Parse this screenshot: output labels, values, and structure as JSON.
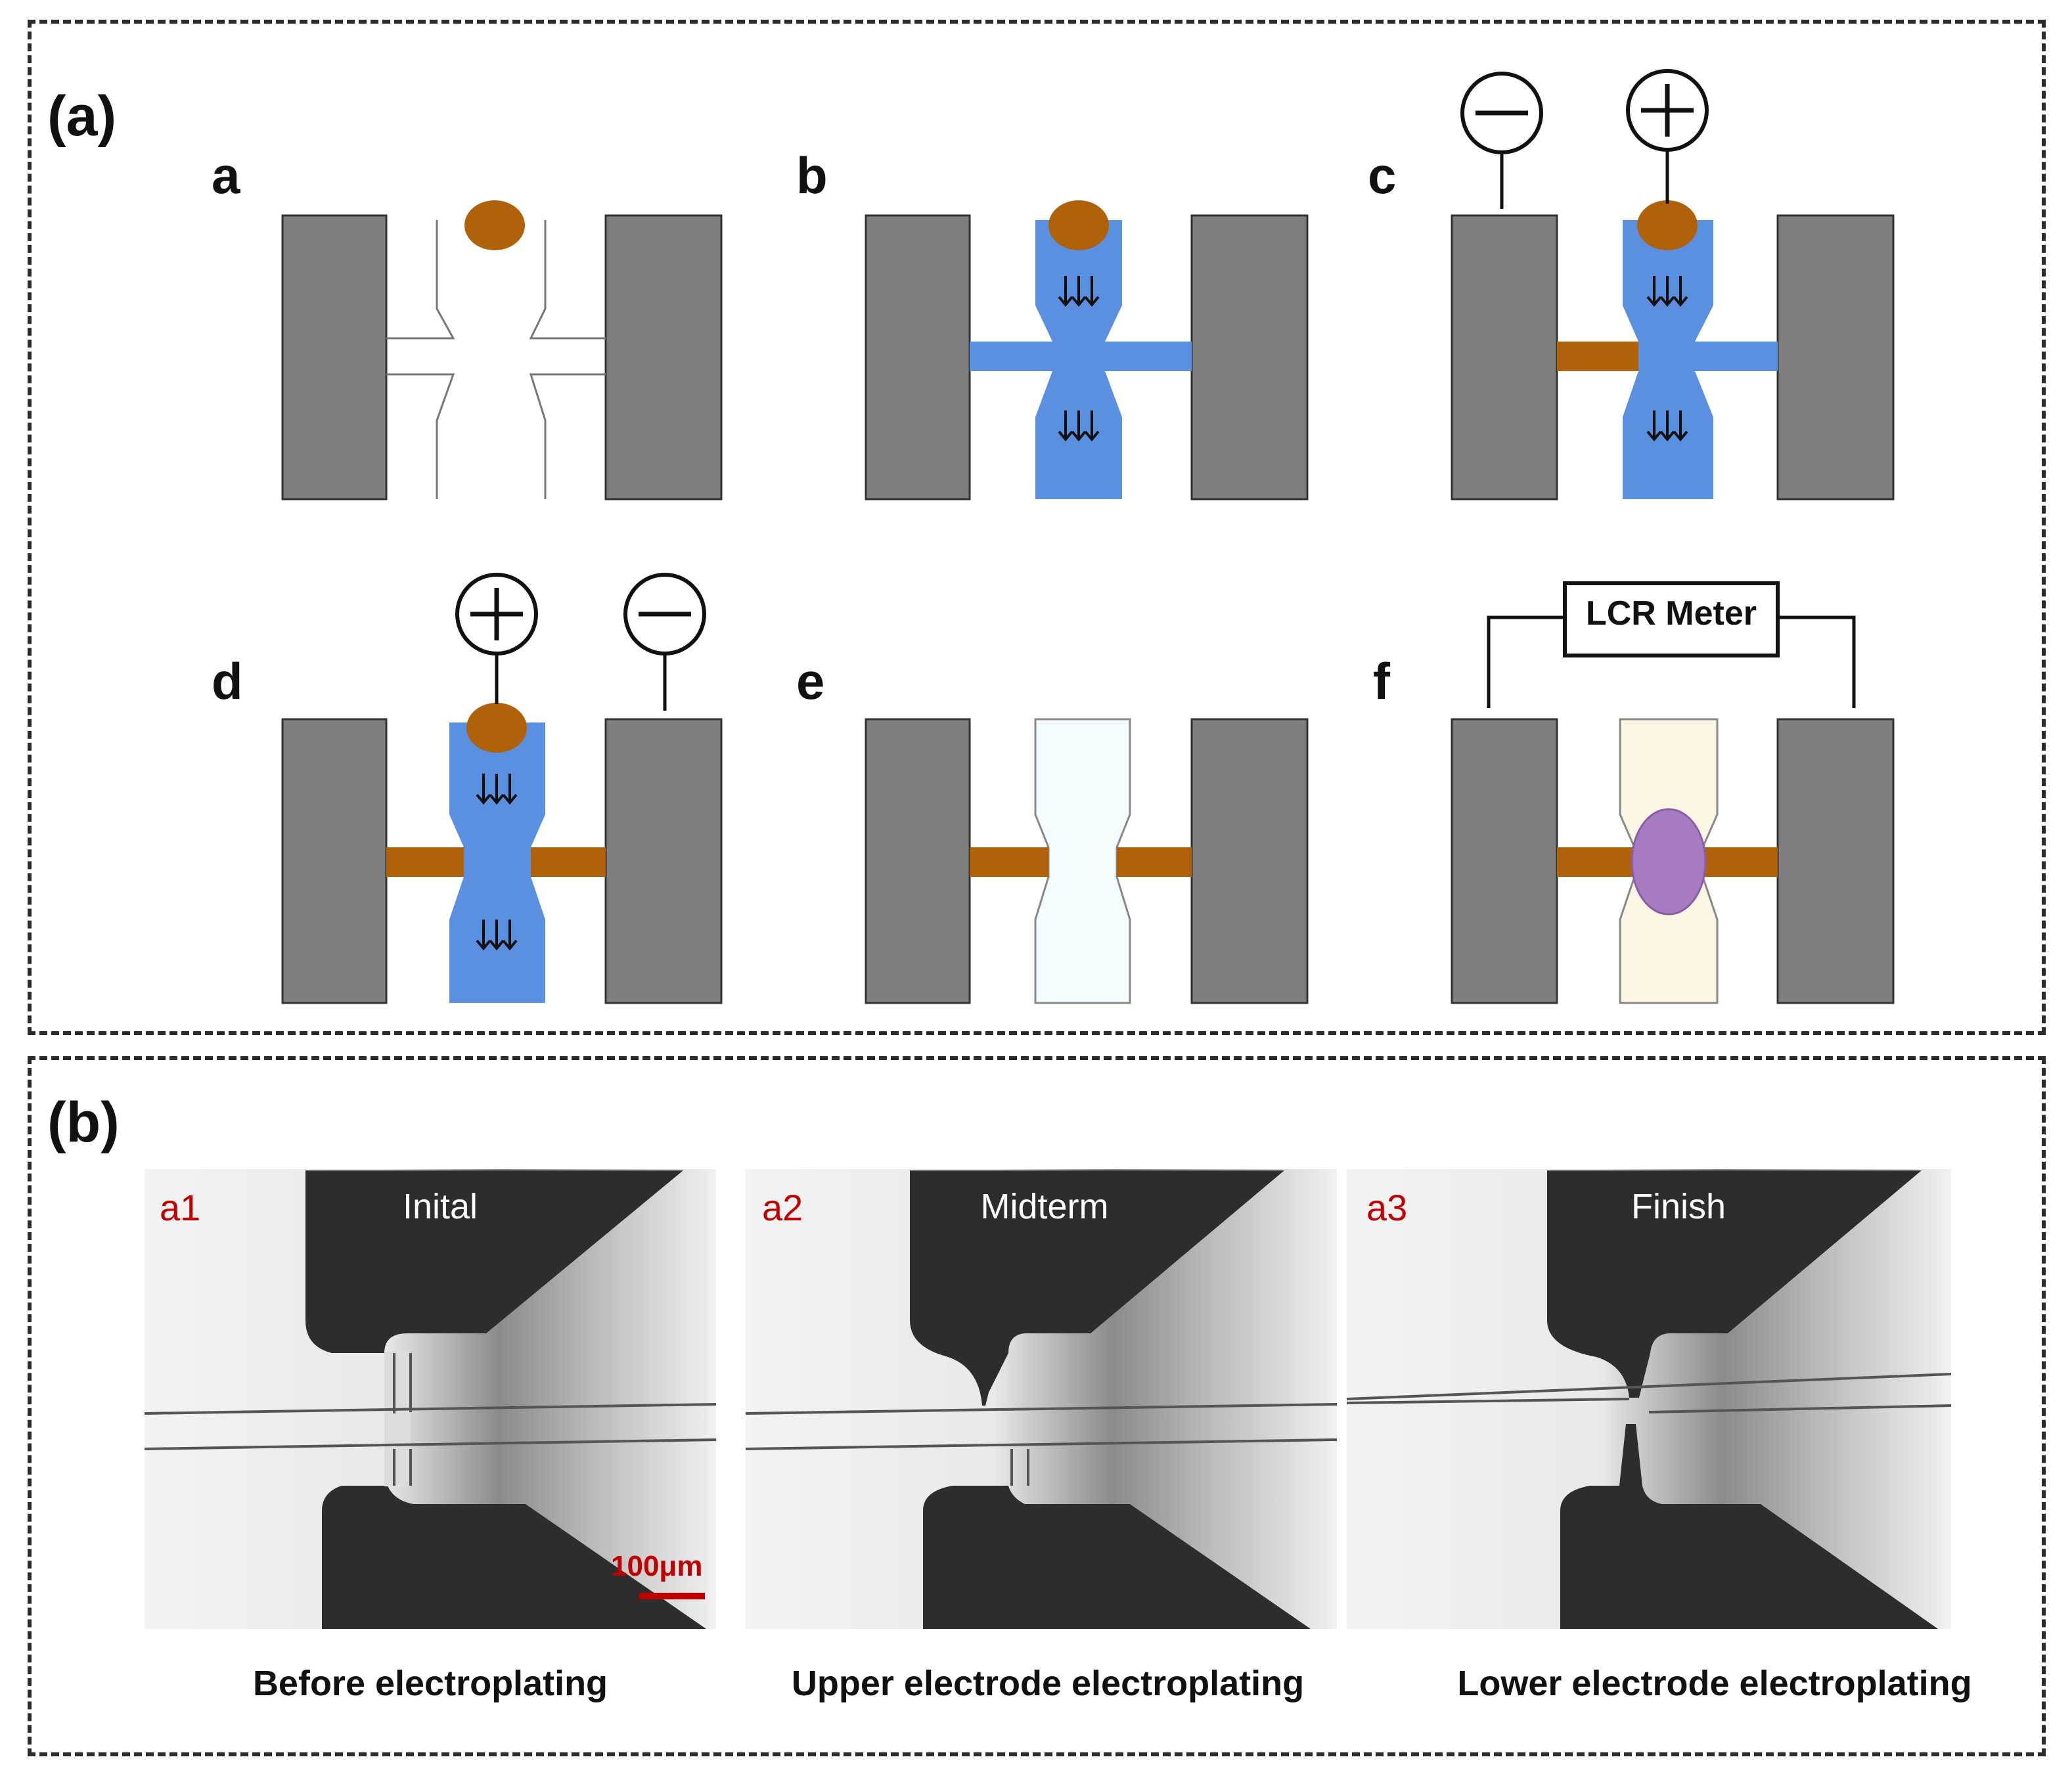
{
  "panel_a": {
    "label": "(a)",
    "steps": [
      {
        "letter": "a"
      },
      {
        "letter": "b"
      },
      {
        "letter": "c"
      },
      {
        "letter": "d"
      },
      {
        "letter": "e"
      },
      {
        "letter": "f"
      }
    ],
    "meter_label": "LCR Meter"
  },
  "panel_b": {
    "label": "(b)",
    "images": [
      {
        "tag": "a1",
        "title": "Inital",
        "caption": "Before electroplating"
      },
      {
        "tag": "a2",
        "title": "Midterm",
        "caption": "Upper electrode electroplating"
      },
      {
        "tag": "a3",
        "title": "Finish",
        "caption": "Lower electrode electroplating"
      }
    ],
    "scale_bar": "100μm"
  },
  "colors": {
    "electrode": "#7f7f7f",
    "copper": "#b0620a",
    "liquid_blue": "#5b8fe0",
    "liquid_pale": "#f2fbfd",
    "liquid_cream": "#fbf6e4",
    "cell": "#a77bbf",
    "tag_red": "#c00000"
  }
}
